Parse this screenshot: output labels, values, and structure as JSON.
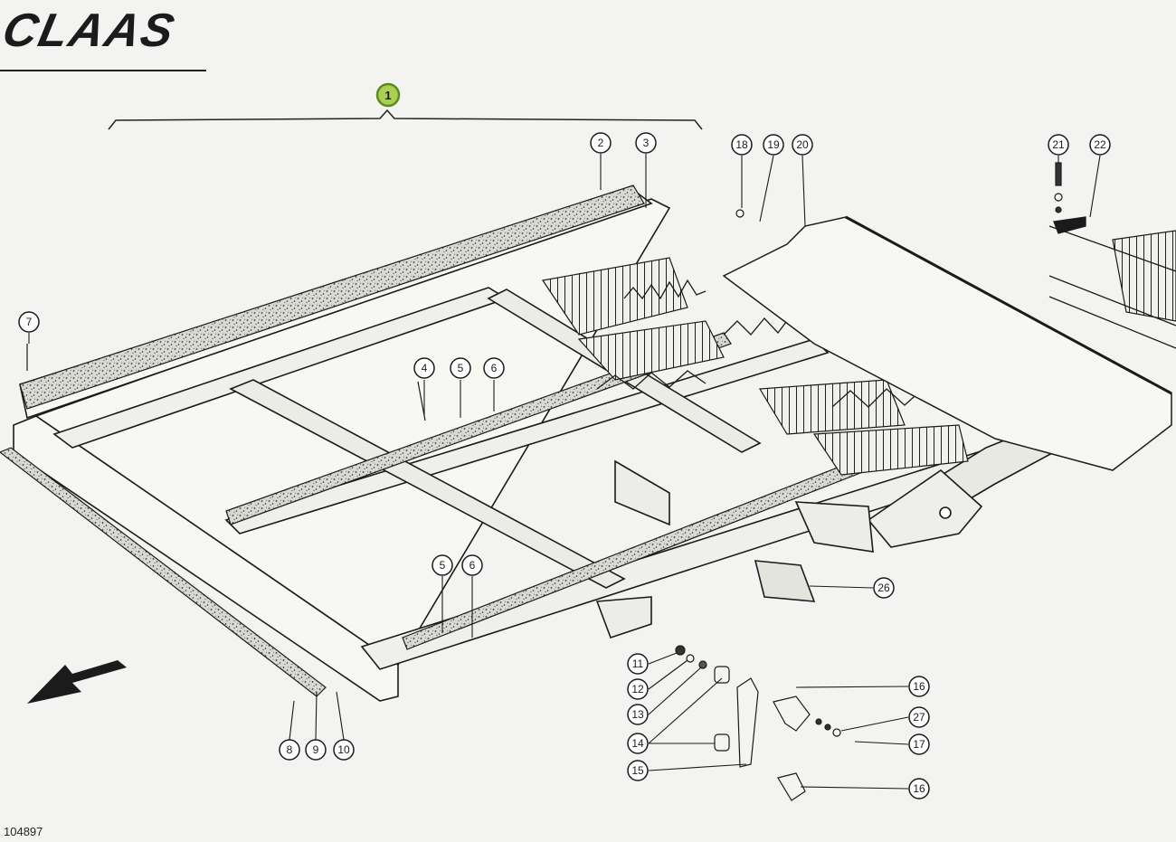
{
  "brand": {
    "logo_text": "CLAAS"
  },
  "document": {
    "drawing_number": "104897"
  },
  "callouts": [
    {
      "id": "c1",
      "label": "1",
      "highlight": true
    },
    {
      "id": "c2",
      "label": "2"
    },
    {
      "id": "c3",
      "label": "3"
    },
    {
      "id": "c4",
      "label": "4"
    },
    {
      "id": "c5a",
      "label": "5"
    },
    {
      "id": "c6a",
      "label": "6"
    },
    {
      "id": "c5b",
      "label": "5"
    },
    {
      "id": "c6b",
      "label": "6"
    },
    {
      "id": "c7",
      "label": "7"
    },
    {
      "id": "c8",
      "label": "8"
    },
    {
      "id": "c9",
      "label": "9"
    },
    {
      "id": "c10",
      "label": "10"
    },
    {
      "id": "c11",
      "label": "11"
    },
    {
      "id": "c12",
      "label": "12"
    },
    {
      "id": "c13",
      "label": "13"
    },
    {
      "id": "c14",
      "label": "14"
    },
    {
      "id": "c15",
      "label": "15"
    },
    {
      "id": "c16a",
      "label": "16"
    },
    {
      "id": "c16b",
      "label": "16"
    },
    {
      "id": "c17",
      "label": "17"
    },
    {
      "id": "c18",
      "label": "18"
    },
    {
      "id": "c19",
      "label": "19"
    },
    {
      "id": "c20",
      "label": "20"
    },
    {
      "id": "c21",
      "label": "21"
    },
    {
      "id": "c22",
      "label": "22"
    },
    {
      "id": "c26",
      "label": "26"
    },
    {
      "id": "c27",
      "label": "27"
    }
  ],
  "colors": {
    "ink": "#1b1b1b",
    "paper": "#f3f4f1",
    "highlight": "#8bc34a"
  }
}
